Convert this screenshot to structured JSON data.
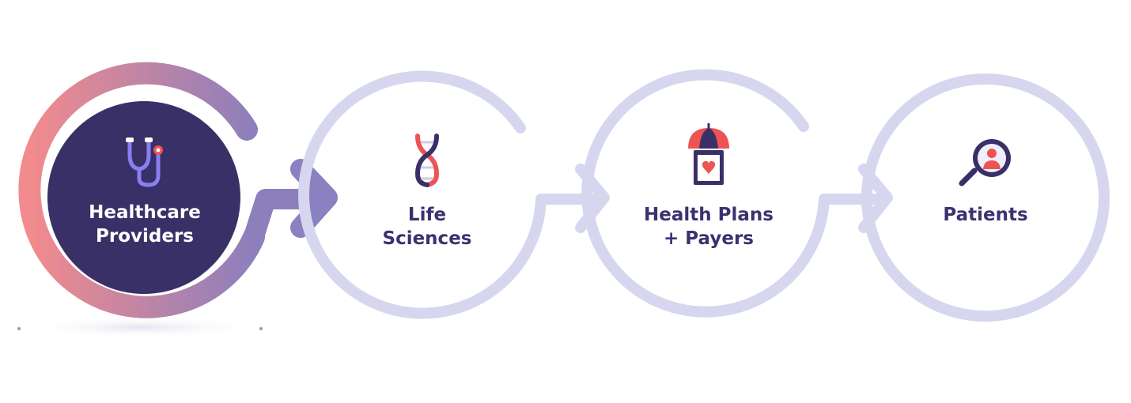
{
  "steps": [
    {
      "line1": "Healthcare",
      "line2": "Providers",
      "icon": "stethoscope-icon",
      "active": true
    },
    {
      "line1": "Life",
      "line2": "Sciences",
      "icon": "dna-icon",
      "active": false
    },
    {
      "line1": "Health Plans",
      "line2": "+ Payers",
      "icon": "umbrella-clipboard-icon",
      "active": false
    },
    {
      "line1": "Patients",
      "line2": "",
      "icon": "magnifier-patient-icon",
      "active": false
    }
  ],
  "colors": {
    "active_fill": "#393068",
    "active_text": "#ffffff",
    "inactive_text": "#3a3270",
    "ring_inactive": "#d6d7ef",
    "arrow_active": "#8b80c0",
    "gradient_start": "#f28b8d",
    "gradient_end": "#8d7fbc",
    "accent_red": "#ee5353",
    "accent_purple": "#7b6ed4"
  }
}
